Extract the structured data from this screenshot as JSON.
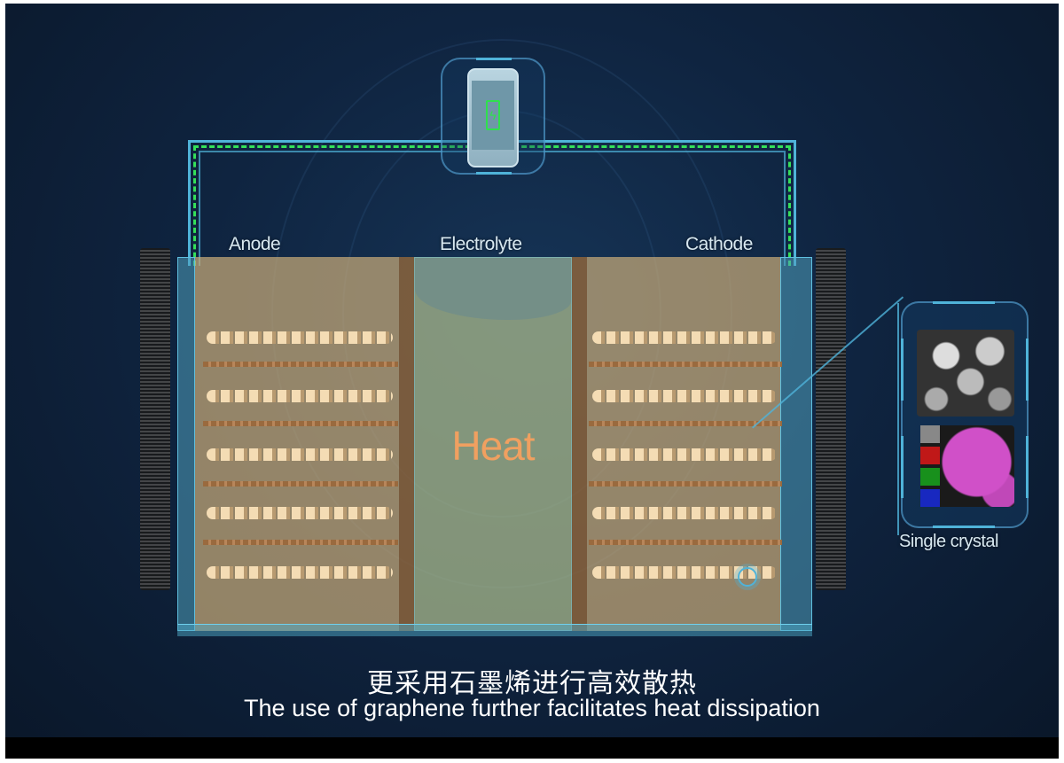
{
  "diagram": {
    "labels": {
      "anode": "Anode",
      "electrolyte": "Electrolyte",
      "cathode": "Cathode"
    },
    "center_text": "Heat",
    "inset_label": "Single crystal",
    "device_icon": "phone-charging-icon"
  },
  "subtitles": {
    "chinese": "更采用石墨烯进行高效散热",
    "english": "The use of graphene further facilitates heat dissipation"
  },
  "colors": {
    "wire": "#34e05a",
    "accent": "#4fb3d9",
    "heat": "#f0a060"
  }
}
